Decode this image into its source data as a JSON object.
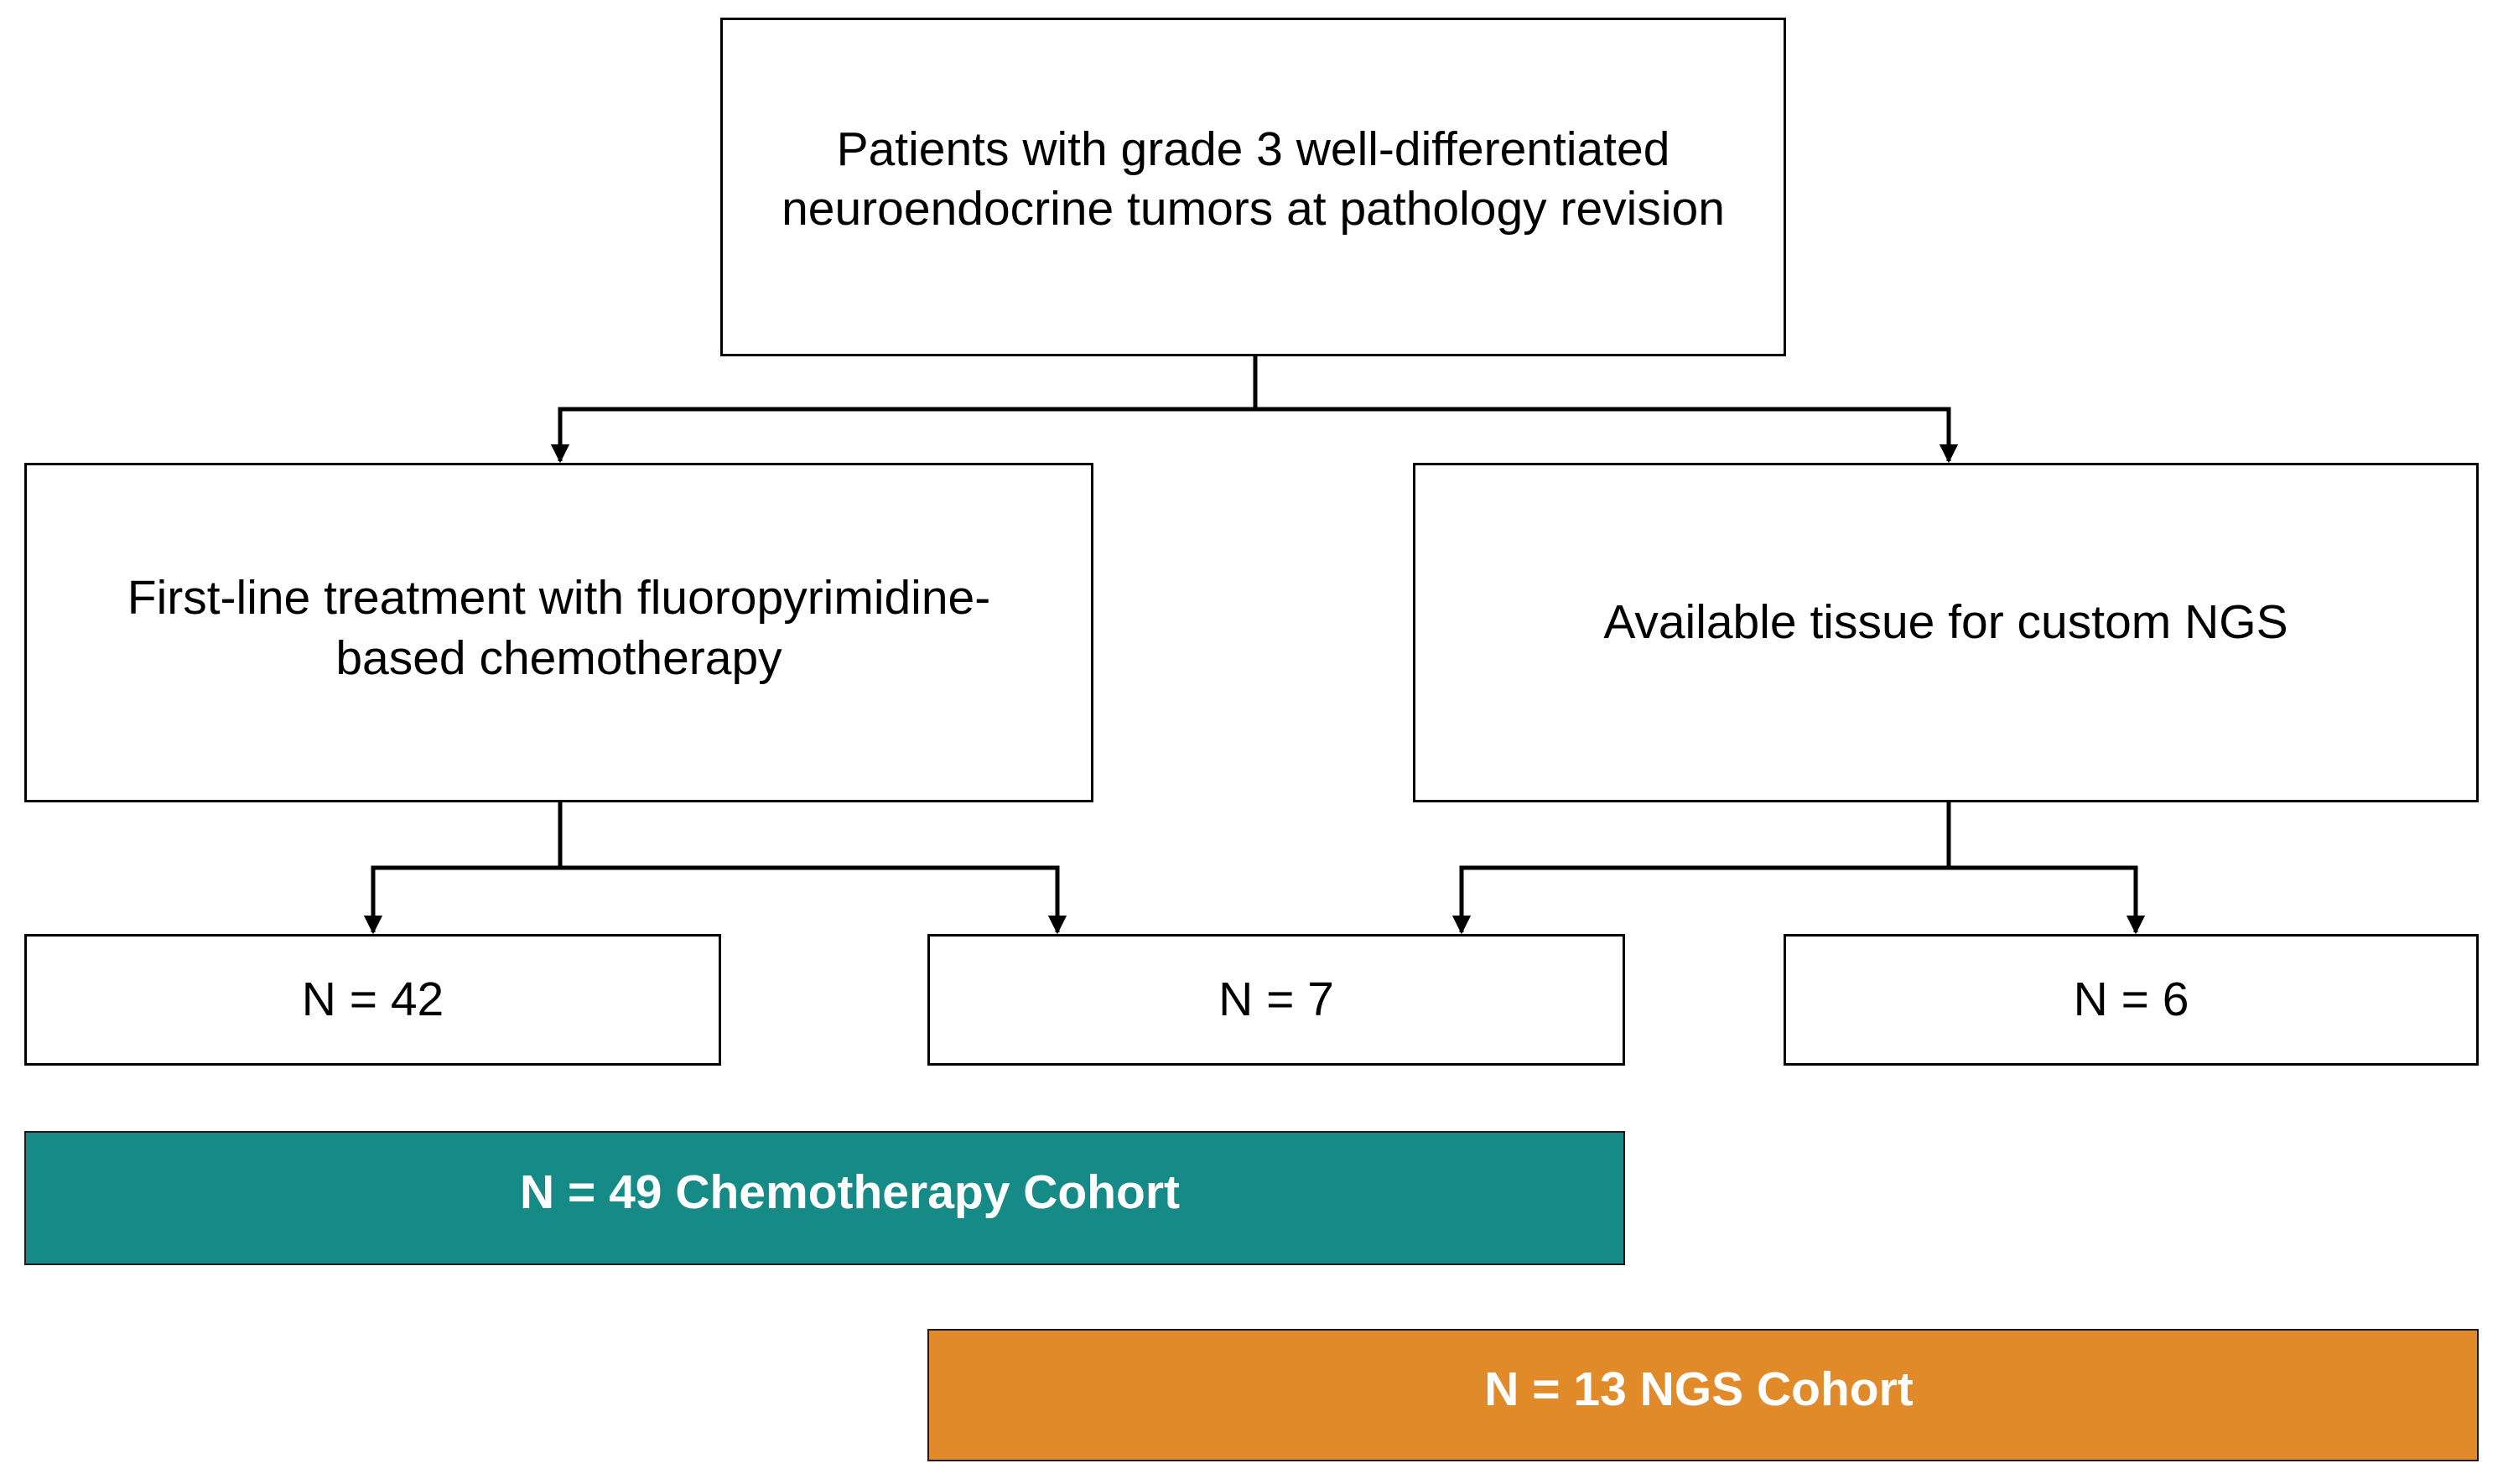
{
  "flowchart": {
    "top": {
      "text": "Patients with grade 3 well-differentiated\nneuroendocrine tumors at pathology revision"
    },
    "left": {
      "text": "First-line treatment with fluoropyrimidine-\nbased chemotherapy"
    },
    "right": {
      "text": "Available tissue for custom NGS"
    },
    "counts": {
      "n42": "N = 42",
      "n7": "N = 7",
      "n6": "N = 6"
    },
    "cohorts": {
      "chemo": {
        "label": "N = 49 Chemotherapy Cohort",
        "color": "#168a86"
      },
      "ngs": {
        "label": "N = 13 NGS Cohort",
        "color": "#e08a2a"
      }
    }
  }
}
